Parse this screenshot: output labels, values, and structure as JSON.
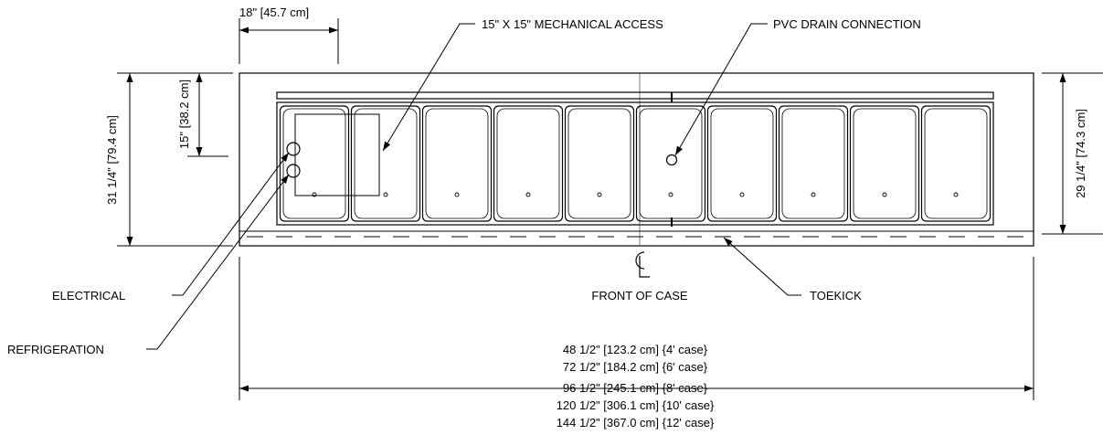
{
  "labels": {
    "width_18": "18\" [45.7 cm]",
    "mech_access": "15\" X 15\" MECHANICAL ACCESS",
    "pvc_drain": "PVC DRAIN CONNECTION",
    "height_15": "15\" [38.2 cm]",
    "height_31": "31 1/4\" [79.4 cm]",
    "height_29": "29 1/4\" [74.3 cm]",
    "electrical": "ELECTRICAL",
    "refrigeration": "REFRIGERATION",
    "front_of_case": "FRONT OF CASE",
    "toekick": "TOEKICK",
    "centerline": "CL"
  },
  "case_lengths": [
    "48 1/2\" [123.2 cm] {4' case}",
    "72 1/2\" [184.2 cm] {6' case}",
    "96 1/2\" [245.1 cm] {8' case}",
    "120 1/2\" [306.1 cm] {10' case}",
    "144 1/2\" [367.0 cm] {12' case}"
  ],
  "pan_count": 10
}
